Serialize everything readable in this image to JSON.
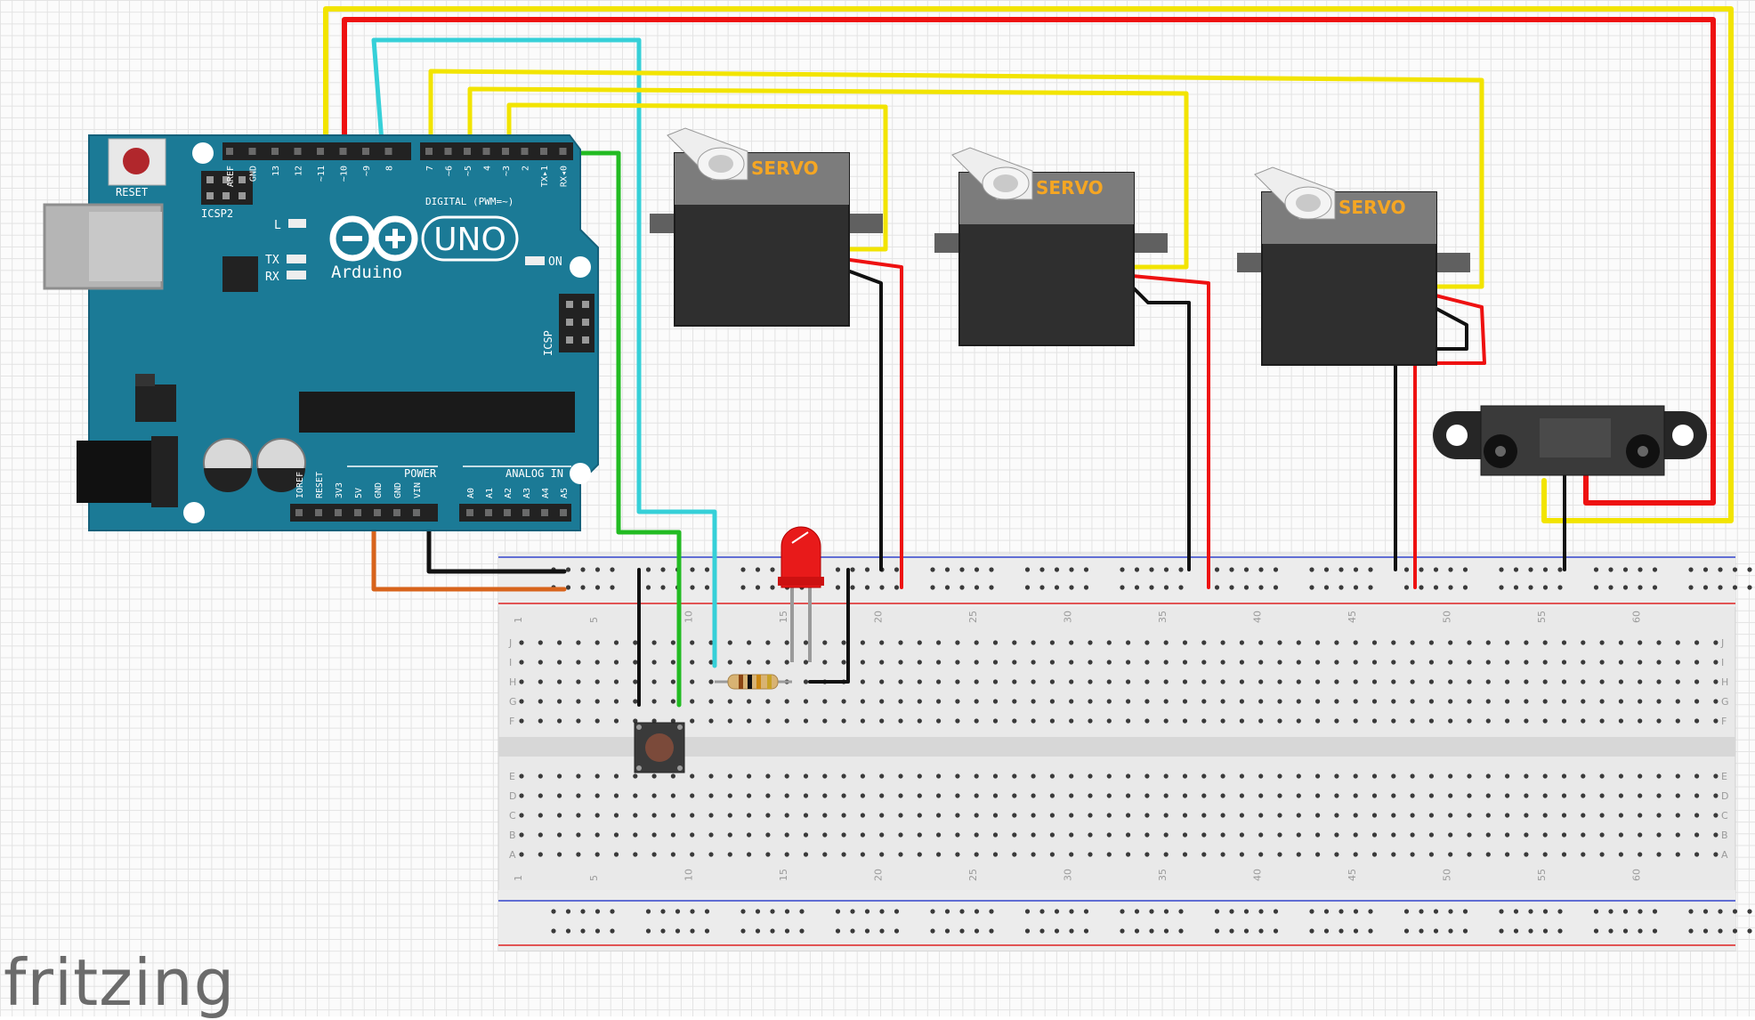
{
  "app": {
    "brand": "fritzing"
  },
  "arduino": {
    "logo_text": "Arduino",
    "model": "UNO",
    "reset_label": "RESET",
    "icsp2_label": "ICSP2",
    "icsp_label": "ICSP",
    "digital_label": "DIGITAL (PWM=~)",
    "power_label": "POWER",
    "analog_label": "ANALOG IN",
    "led_labels": [
      "L",
      "TX",
      "RX",
      "ON"
    ],
    "digital_pins": [
      "AREF",
      "GND",
      "13",
      "12",
      "~11",
      "~10",
      "~9",
      "8",
      "7",
      "~6",
      "~5",
      "4",
      "~3",
      "2",
      "TX▸1",
      "RX◂0"
    ],
    "power_pins": [
      "IOREF",
      "RESET",
      "3V3",
      "5V",
      "GND",
      "GND",
      "VIN"
    ],
    "analog_pins": [
      "A0",
      "A1",
      "A2",
      "A3",
      "A4",
      "A5"
    ]
  },
  "servos": [
    {
      "label": "SERVO"
    },
    {
      "label": "SERVO"
    },
    {
      "label": "SERVO"
    }
  ],
  "breadboard": {
    "column_numbers": [
      "1",
      "5",
      "10",
      "15",
      "20",
      "25",
      "30",
      "35",
      "40",
      "45",
      "50",
      "55",
      "60"
    ],
    "row_letters_top": [
      "J",
      "I",
      "H",
      "G",
      "F"
    ],
    "row_letters_bottom": [
      "E",
      "D",
      "C",
      "B",
      "A"
    ]
  },
  "colors": {
    "board": "#1b7a96",
    "wire_red": "#ee1111",
    "wire_yellow": "#ffee00",
    "wire_black": "#111111",
    "wire_cyan": "#36d0d8",
    "wire_green": "#22bb22",
    "wire_orange": "#d8641c"
  }
}
